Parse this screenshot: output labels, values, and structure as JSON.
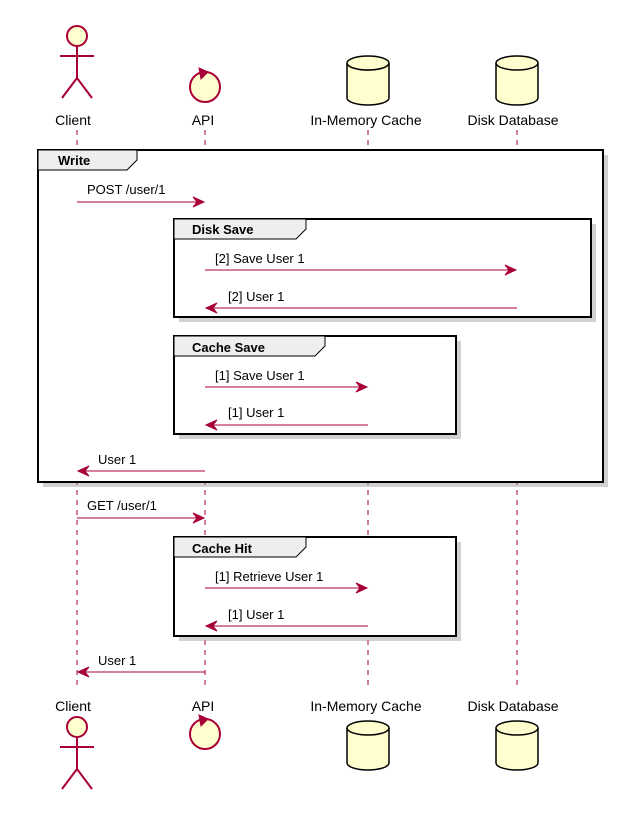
{
  "participants": [
    {
      "id": "client",
      "label": "Client",
      "shape": "actor"
    },
    {
      "id": "api",
      "label": "API",
      "shape": "control"
    },
    {
      "id": "cache",
      "label": "In-Memory Cache",
      "shape": "database"
    },
    {
      "id": "disk",
      "label": "Disk Database",
      "shape": "database"
    }
  ],
  "fragments": {
    "write": {
      "title": "Write"
    },
    "disk_save": {
      "title": "Disk Save"
    },
    "cache_save": {
      "title": "Cache Save"
    },
    "cache_hit": {
      "title": "Cache Hit"
    }
  },
  "messages": [
    {
      "from": "client",
      "to": "api",
      "text": "POST /user/1"
    },
    {
      "from": "api",
      "to": "disk",
      "text": "[2] Save User 1"
    },
    {
      "from": "disk",
      "to": "api",
      "text": "[2] User 1"
    },
    {
      "from": "api",
      "to": "cache",
      "text": "[1] Save User 1"
    },
    {
      "from": "cache",
      "to": "api",
      "text": "[1] User 1"
    },
    {
      "from": "api",
      "to": "client",
      "text": "User 1"
    },
    {
      "from": "client",
      "to": "api",
      "text": "GET /user/1"
    },
    {
      "from": "api",
      "to": "cache",
      "text": "[1] Retrieve User 1"
    },
    {
      "from": "cache",
      "to": "api",
      "text": "[1] User 1"
    },
    {
      "from": "api",
      "to": "client",
      "text": "User 1"
    }
  ],
  "colors": {
    "line": "#A80036",
    "participant_fill": "#FEFECE",
    "fragment_tab": "#EEEEEE"
  }
}
